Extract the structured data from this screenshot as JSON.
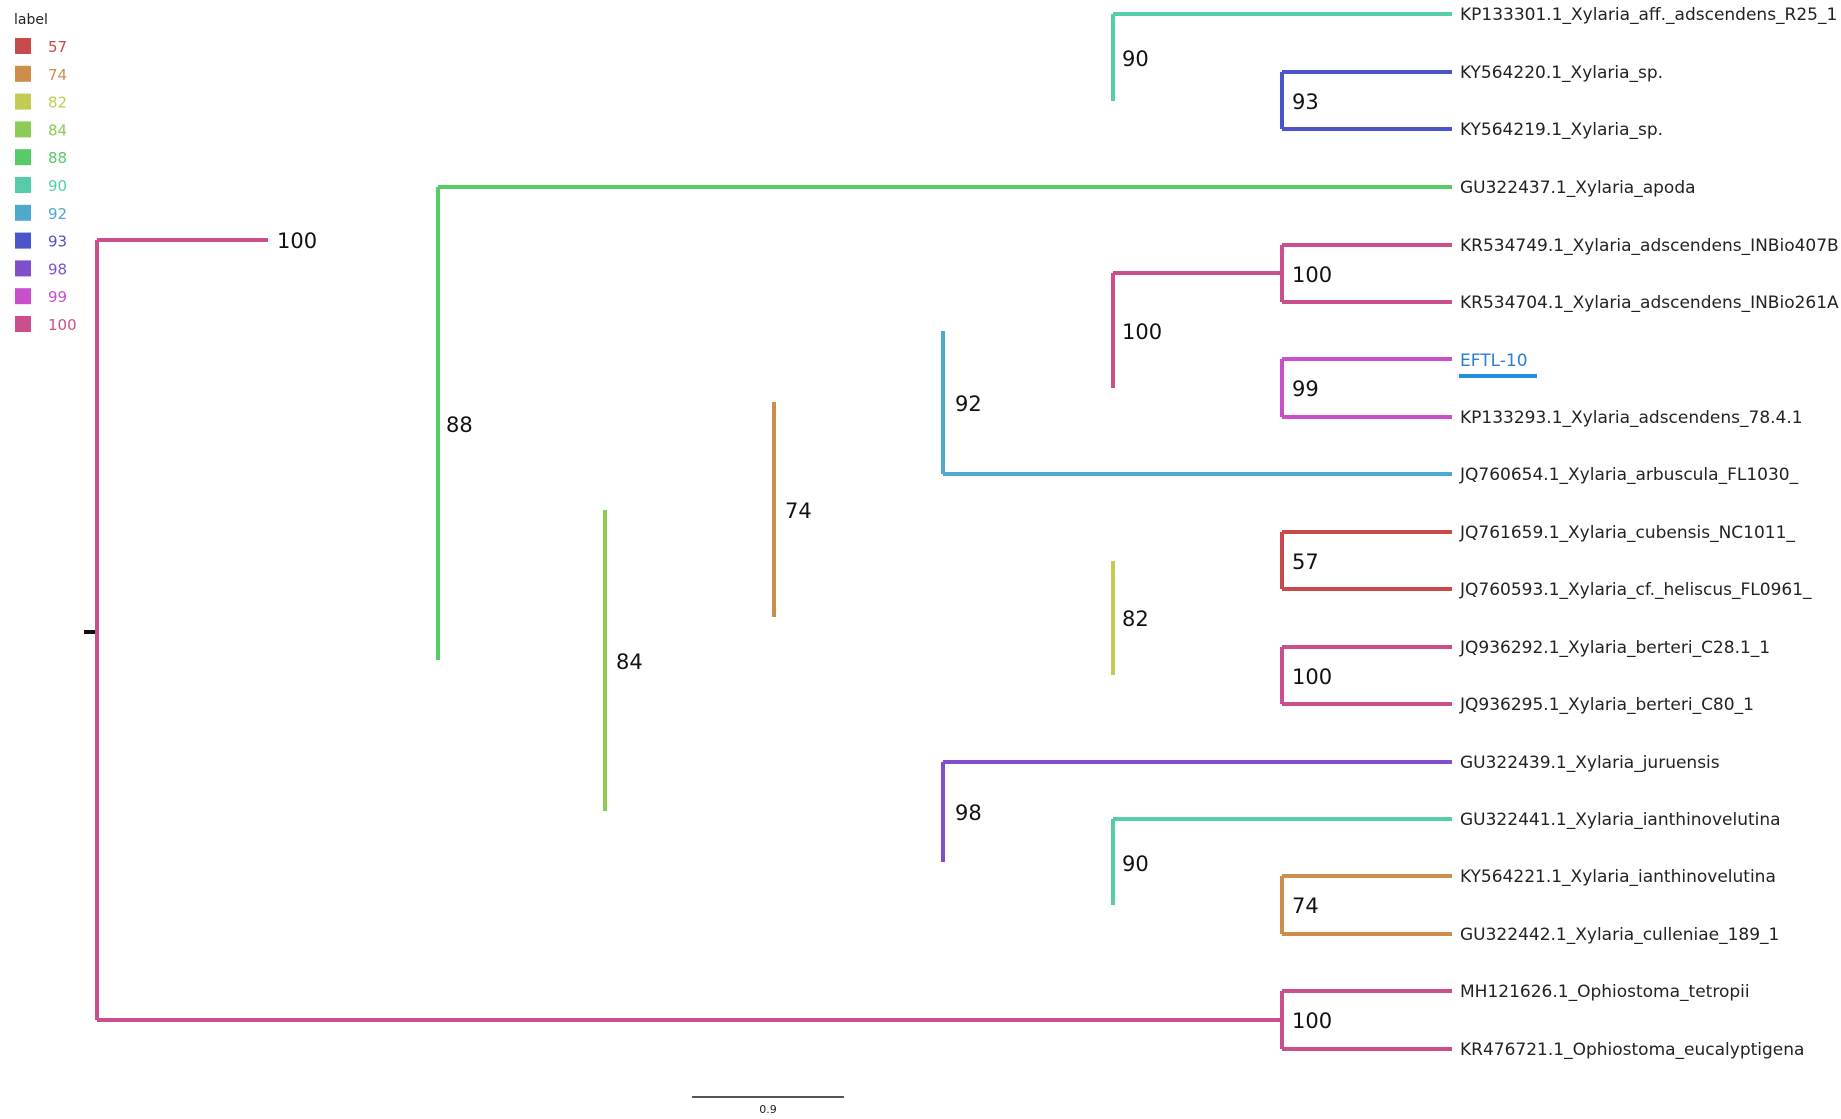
{
  "legend": {
    "title": "label",
    "entries": [
      {
        "label": "57",
        "color": "#c94a4a"
      },
      {
        "label": "74",
        "color": "#cf8d4c"
      },
      {
        "label": "82",
        "color": "#c2cc55"
      },
      {
        "label": "84",
        "color": "#8acc55"
      },
      {
        "label": "88",
        "color": "#55cc65"
      },
      {
        "label": "90",
        "color": "#55ccaa"
      },
      {
        "label": "92",
        "color": "#4fa9cc"
      },
      {
        "label": "93",
        "color": "#4a55cc"
      },
      {
        "label": "98",
        "color": "#7f4fcc"
      },
      {
        "label": "99",
        "color": "#c94fcc"
      },
      {
        "label": "100",
        "color": "#cc4f8d"
      }
    ]
  },
  "tree": {
    "support_values": [
      "100",
      "90",
      "93",
      "88",
      "84",
      "74",
      "92",
      "100",
      "100",
      "99",
      "82",
      "57",
      "100",
      "98",
      "90",
      "74",
      "100"
    ],
    "leaves": [
      {
        "label": "KP133301.1_Xylaria_aff._adscendens_R25_1",
        "highlight": false
      },
      {
        "label": "KY564220.1_Xylaria_sp.",
        "highlight": false
      },
      {
        "label": "KY564219.1_Xylaria_sp.",
        "highlight": false
      },
      {
        "label": "GU322437.1_Xylaria_apoda",
        "highlight": false
      },
      {
        "label": "KR534749.1_Xylaria_adscendens_INBio407B",
        "highlight": false
      },
      {
        "label": "KR534704.1_Xylaria_adscendens_INBio261A",
        "highlight": false
      },
      {
        "label": "EFTL-10",
        "highlight": true
      },
      {
        "label": "KP133293.1_Xylaria_adscendens_78.4.1",
        "highlight": false
      },
      {
        "label": "JQ760654.1_Xylaria_arbuscula_FL1030_",
        "highlight": false
      },
      {
        "label": "JQ761659.1_Xylaria_cubensis_NC1011_",
        "highlight": false
      },
      {
        "label": "JQ760593.1_Xylaria_cf._heliscus_FL0961_",
        "highlight": false
      },
      {
        "label": "JQ936292.1_Xylaria_berteri_C28.1_1",
        "highlight": false
      },
      {
        "label": "JQ936295.1_Xylaria_berteri_C80_1",
        "highlight": false
      },
      {
        "label": "GU322439.1_Xylaria_juruensis",
        "highlight": false
      },
      {
        "label": "GU322441.1_Xylaria_ianthinovelutina",
        "highlight": false
      },
      {
        "label": "KY564221.1_Xylaria_ianthinovelutina",
        "highlight": false
      },
      {
        "label": "GU322442.1_Xylaria_culleniae_189_1",
        "highlight": false
      },
      {
        "label": "MH121626.1_Ophiostoma_tetropii",
        "highlight": false
      },
      {
        "label": "KR476721.1_Ophiostoma_eucalyptigena",
        "highlight": false
      }
    ]
  },
  "scale_bar": {
    "label": "0.9"
  }
}
